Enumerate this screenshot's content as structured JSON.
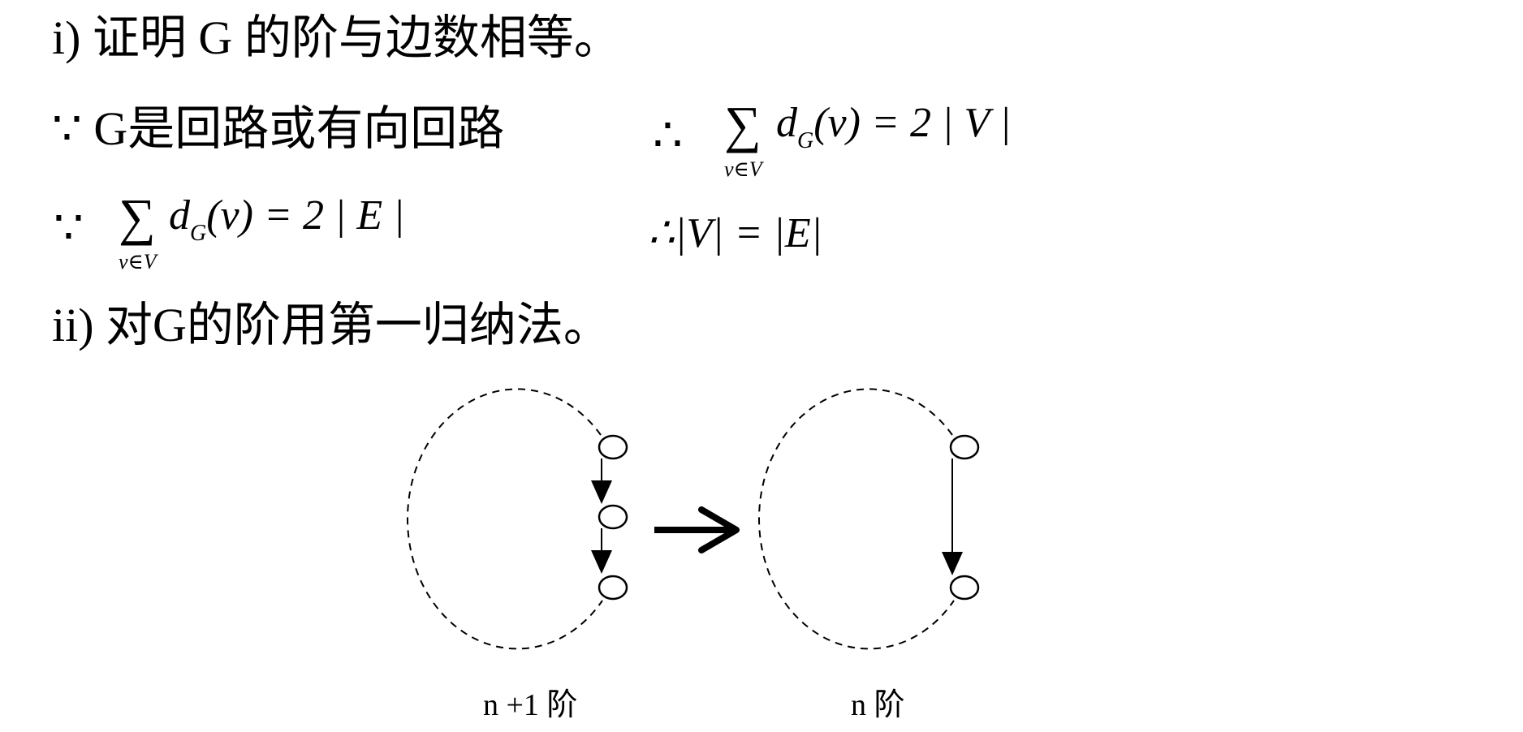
{
  "part1": {
    "heading": "i)  证明 G 的阶与边数相等。",
    "because1": "∵ G是回路或有向回路",
    "therefore1": {
      "symbol": "∴",
      "sum": "∑",
      "d": "d",
      "sub_G": "G",
      "rest": "(v) = 2 | V |",
      "under": "v∈V"
    },
    "because2": {
      "symbol": "∵",
      "sum": "∑",
      "d": "d",
      "sub_G": "G",
      "rest": "(v) = 2 | E |",
      "under": "v∈V"
    },
    "therefore2": "∴|V|  =  |E|"
  },
  "part2": {
    "heading": "ii) 对G的阶用第一归纳法。"
  },
  "diagram": {
    "left_label": "n +1 阶",
    "right_label": "n  阶"
  }
}
